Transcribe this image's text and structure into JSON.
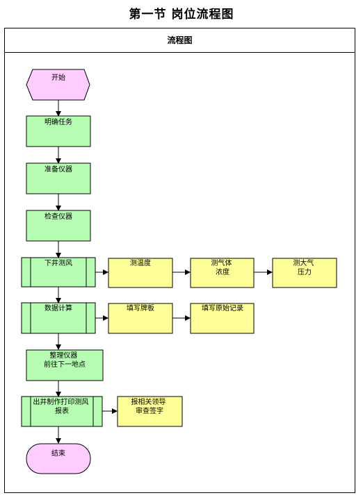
{
  "page": {
    "title": "第一节  岗位流程图"
  },
  "panel": {
    "header": "流程图"
  },
  "colors": {
    "process": "#b7fcb3",
    "side": "#ffff99",
    "terminal": "#ffccff",
    "line": "#000000"
  },
  "nodes": {
    "start": {
      "lines": [
        "开始"
      ]
    },
    "task": {
      "lines": [
        "明确任务"
      ]
    },
    "prep": {
      "lines": [
        "准备仪器"
      ]
    },
    "check": {
      "lines": [
        "检查仪器"
      ]
    },
    "wind": {
      "lines": [
        "下井测风"
      ]
    },
    "temp": {
      "lines": [
        "测温度"
      ]
    },
    "gas": {
      "lines": [
        "测气体",
        "浓度"
      ]
    },
    "press": {
      "lines": [
        "测大气",
        "压力"
      ]
    },
    "calc": {
      "lines": [
        "数据计算"
      ]
    },
    "board": {
      "lines": [
        "填写牌板"
      ]
    },
    "record": {
      "lines": [
        "填写原始记录"
      ]
    },
    "pack": {
      "lines": [
        "整理仪器",
        "前往下一地点"
      ]
    },
    "report": {
      "lines": [
        "出井制作打印测风",
        "报表"
      ]
    },
    "approve": {
      "lines": [
        "报相关领导",
        "审查签字"
      ]
    },
    "end": {
      "lines": [
        "结束"
      ]
    }
  }
}
